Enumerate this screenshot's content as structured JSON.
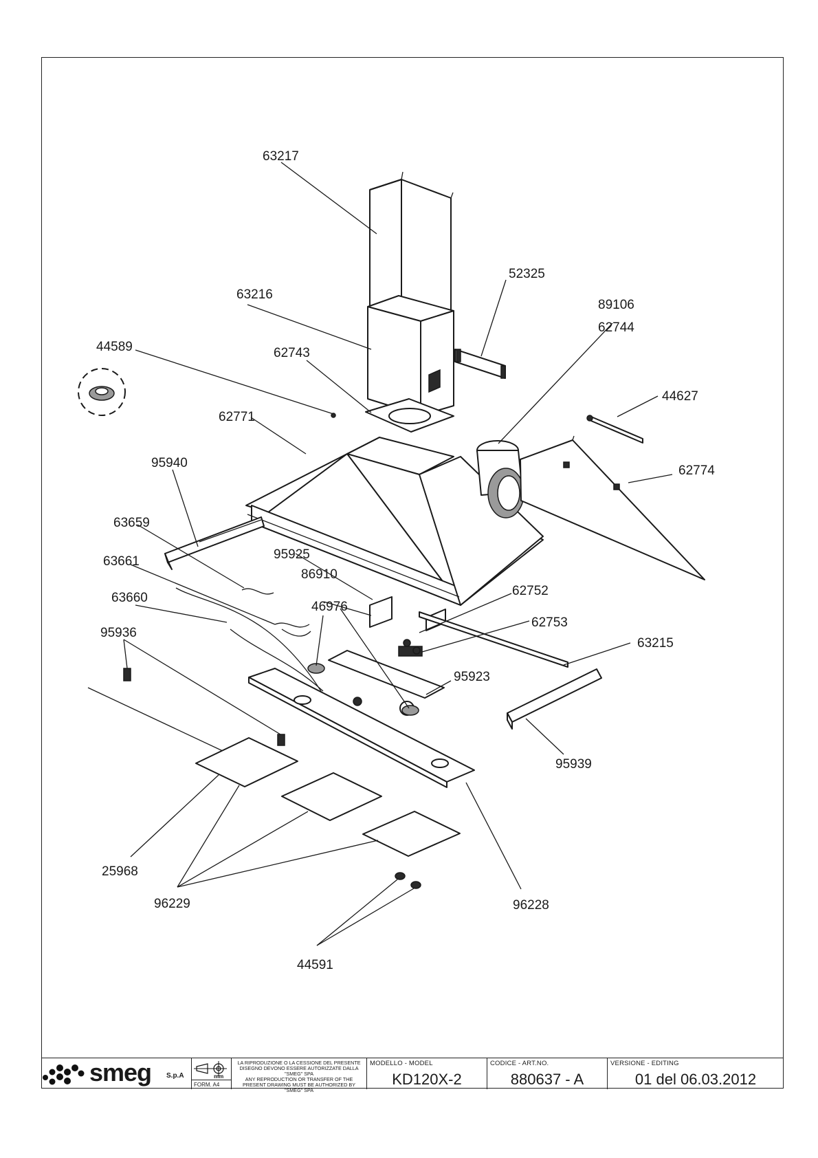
{
  "drawing": {
    "callouts": {
      "c63217": "63217",
      "c52325": "52325",
      "c63216": "63216",
      "c89106": "89106",
      "c62744": "62744",
      "c44589": "44589",
      "c62743": "62743",
      "c44627": "44627",
      "c62771": "62771",
      "c95940": "95940",
      "c62774": "62774",
      "c63659": "63659",
      "c95925": "95925",
      "c63661": "63661",
      "c86910": "86910",
      "c62752": "62752",
      "c63660": "63660",
      "c46976": "46976",
      "c62753": "62753",
      "c95936": "95936",
      "c63215": "63215",
      "c95923": "95923",
      "c95939": "95939",
      "c25968": "25968",
      "c96229": "96229",
      "c96228": "96228",
      "c44591": "44591"
    }
  },
  "title_block": {
    "brand": "smeg",
    "brand_suffix": "S.p.A",
    "unit": "mm",
    "form": "FORM. A4",
    "copyright_it": "LA RIPRODUZIONE O LA CESSIONE DEL PRESENTE DISEGNO DEVONO ESSERE AUTORIZZATE DALLA \"SMEG\" SPA",
    "copyright_en": "ANY REPRODUCTION OR TRANSFER OF THE PRESENT DRAWING MUST BE AUTHORIZED BY \"SMEG\" SPA",
    "model_label": "MODELLO - MODEL",
    "model_value": "KD120X-2",
    "code_label": "CODICE - ART.NO.",
    "code_value": "880637 - A",
    "version_label": "VERSIONE - EDITING",
    "version_value": "01 del 06.03.2012"
  }
}
